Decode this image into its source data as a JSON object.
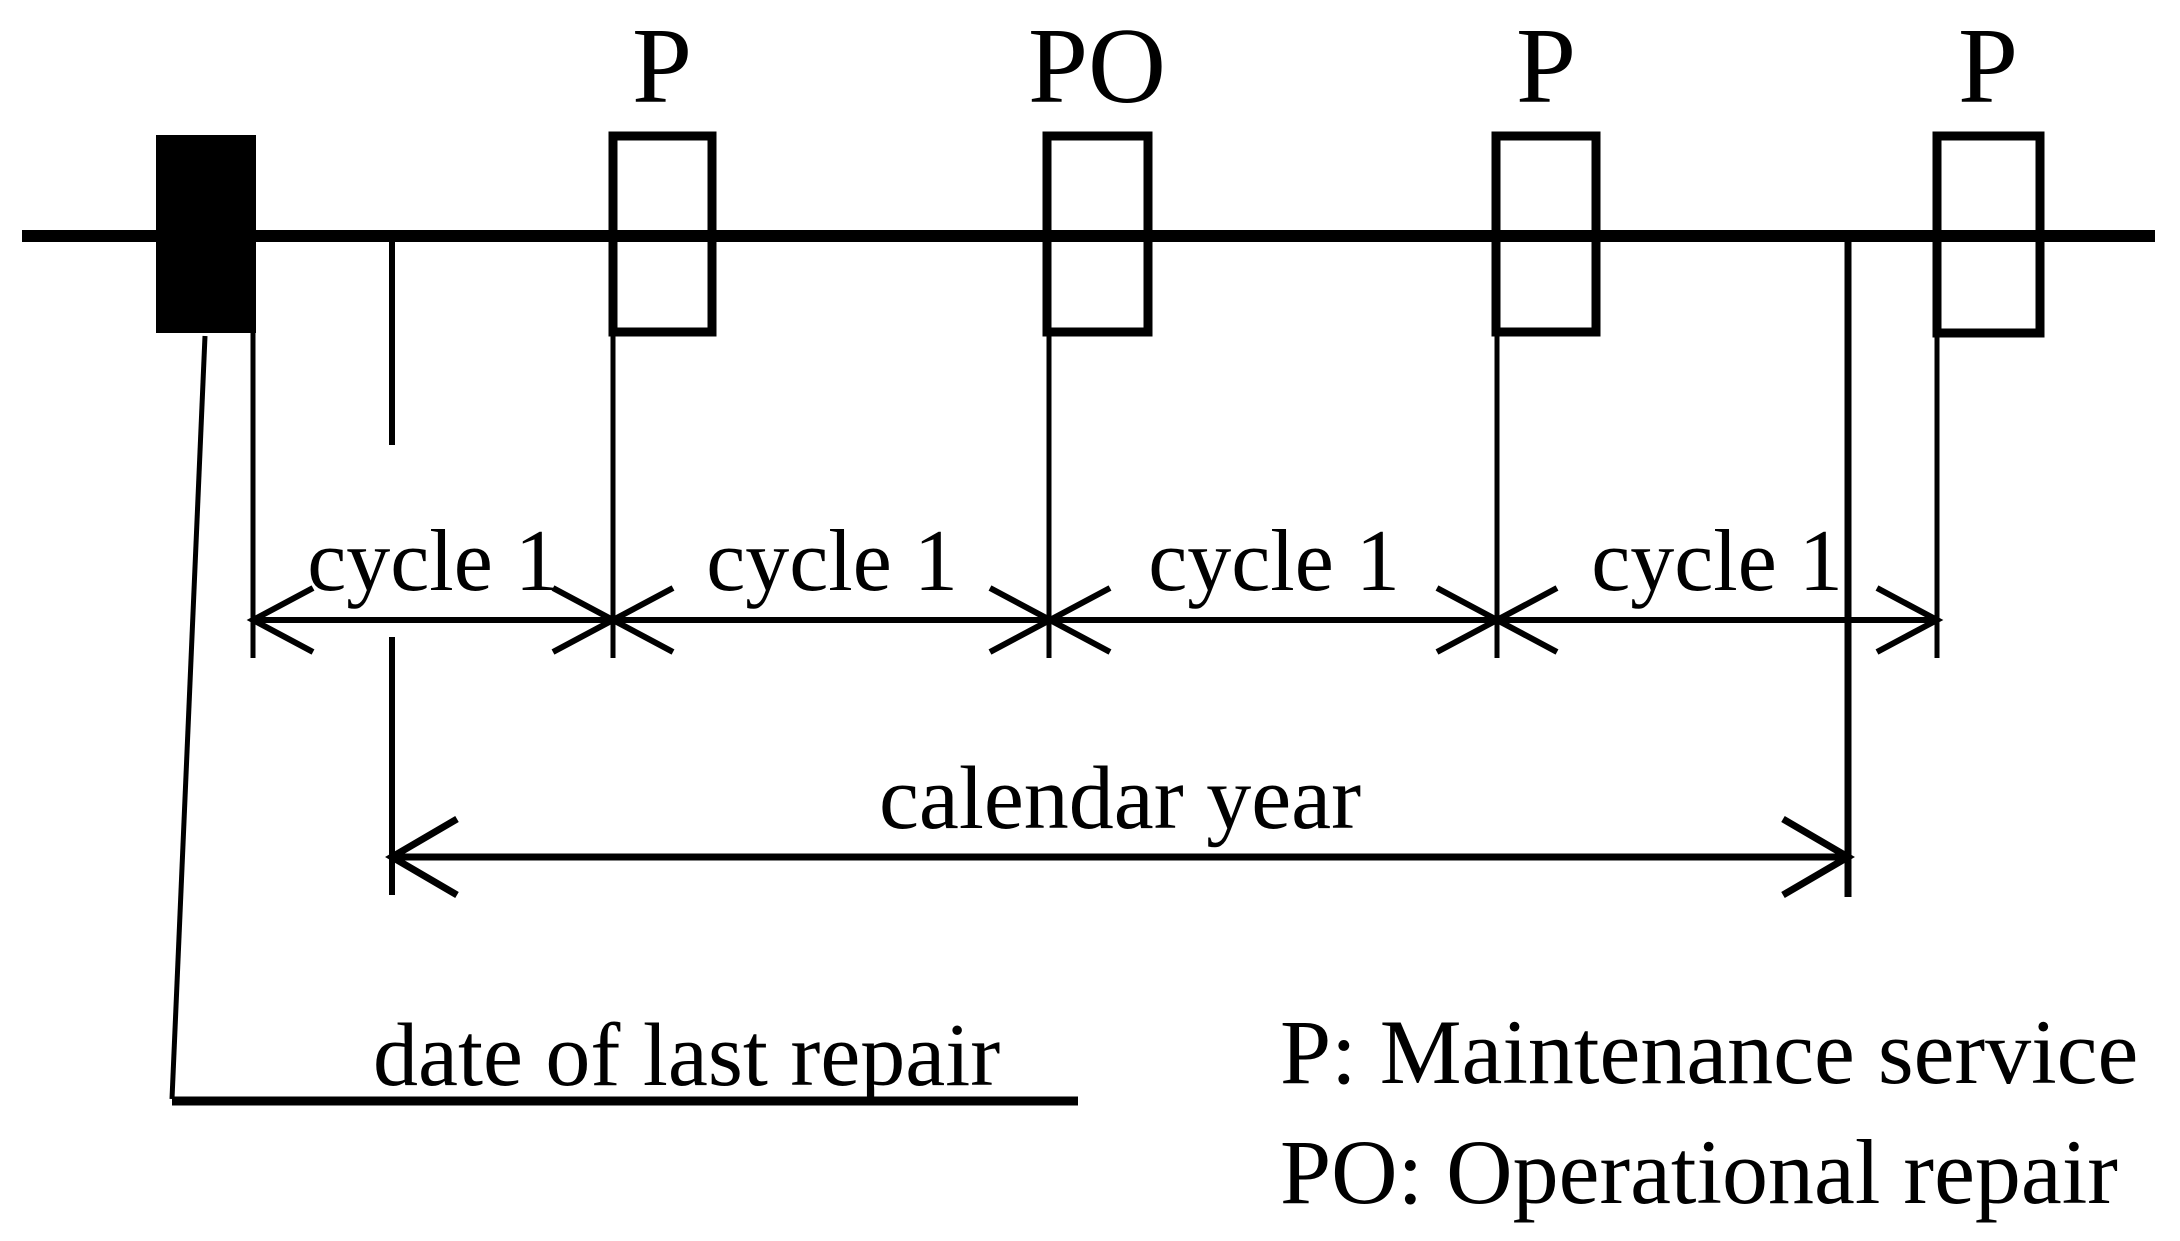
{
  "diagram": {
    "kind": "maintenance-cycle-timeline",
    "colors": {
      "ink": "#000000",
      "background": "#ffffff"
    },
    "markers": [
      {
        "label": "",
        "type": "filled-block",
        "meaning": "date of last repair"
      },
      {
        "label": "P",
        "type": "outline-block",
        "meaning": "Maintenance service"
      },
      {
        "label": "PO",
        "type": "outline-block",
        "meaning": "Operational repair"
      },
      {
        "label": "P",
        "type": "outline-block",
        "meaning": "Maintenance service"
      },
      {
        "label": "P",
        "type": "outline-block",
        "meaning": "Maintenance service"
      }
    ],
    "cycle_labels": [
      "cycle 1",
      "cycle 1",
      "cycle 1",
      "cycle 1"
    ],
    "calendar_label": "calendar year",
    "leader_label": "date of last repair",
    "legend": [
      {
        "abbr": "P",
        "meaning": "Maintenance service",
        "text": "P: Maintenance service"
      },
      {
        "abbr": "PO",
        "meaning": "Operational repair",
        "text": "PO: Operational repair"
      }
    ]
  }
}
